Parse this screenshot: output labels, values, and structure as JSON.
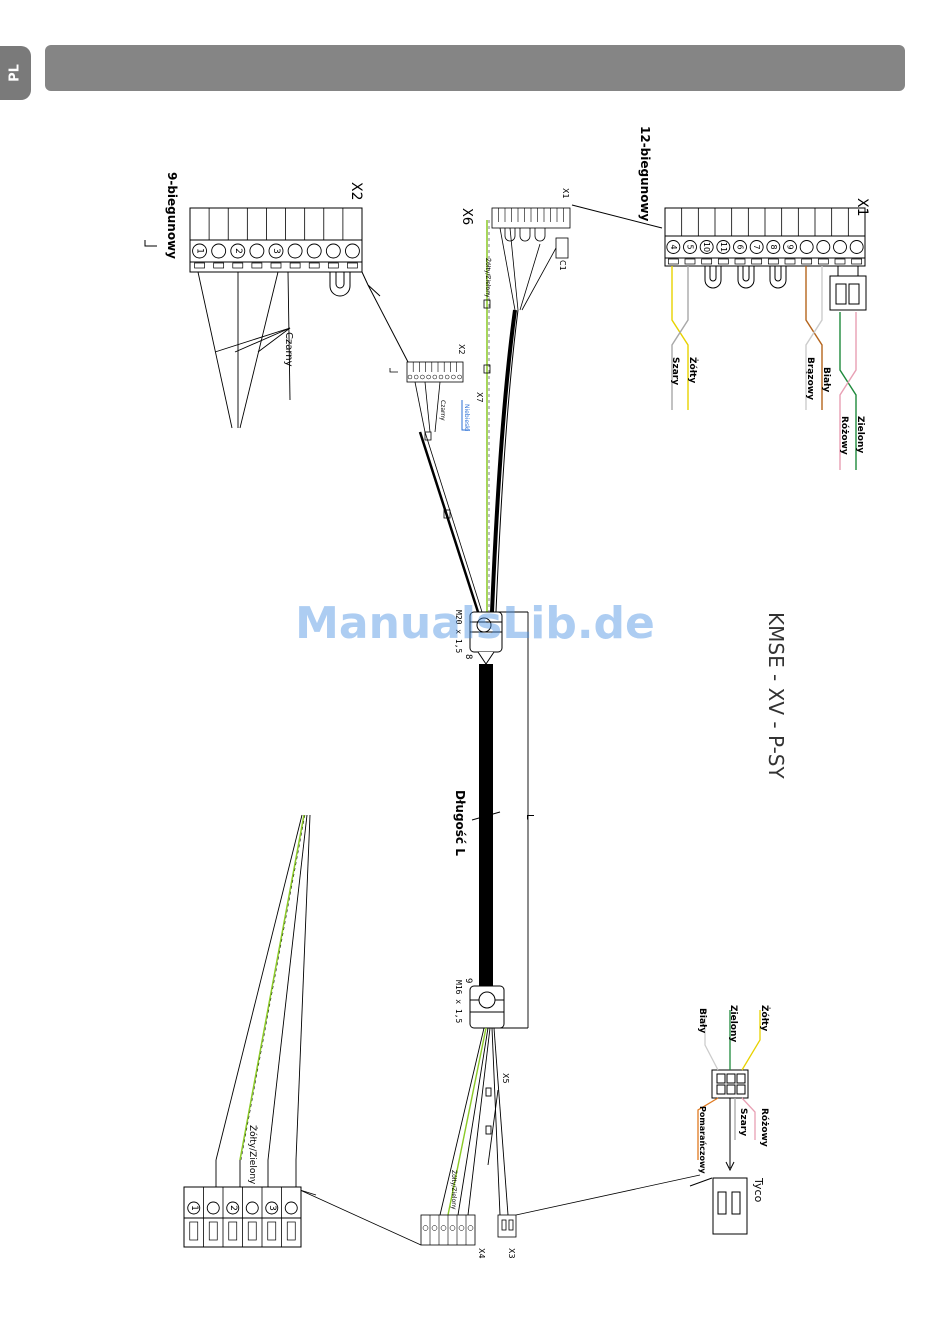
{
  "side_tab": {
    "lang": "PL"
  },
  "title": "KMSE - XV - P-SY",
  "watermark": "ManualsLib.de",
  "connectors": {
    "x1_big": {
      "id": "X1",
      "caption": "12-biegunowy",
      "pins": [
        "4",
        "5",
        "10",
        "11",
        "6",
        "7",
        "8",
        "9",
        "",
        "",
        "",
        ""
      ]
    },
    "x2_big": {
      "id": "X2",
      "caption": "9-biegunowy",
      "pins": [
        "1",
        "",
        "2",
        "",
        "3",
        "",
        "",
        "",
        ""
      ]
    },
    "x1_small": {
      "id": "X1",
      "sub": "C1"
    },
    "x2_small": {
      "id": "X2"
    },
    "x6": {
      "id": "X6"
    },
    "x7": {
      "id": "X7"
    },
    "x5": {
      "id": "X5"
    },
    "x4": {
      "id": "X4"
    },
    "x3": {
      "id": "X3"
    },
    "tyco": {
      "id": "Tyco"
    }
  },
  "glands": {
    "top": {
      "size": "M20 x 1,5",
      "num": "8"
    },
    "bottom": {
      "size": "M16 x 1,5",
      "num": "9"
    }
  },
  "length": {
    "label": "Długość L",
    "dim": "L"
  },
  "wires": {
    "x1_pair_a": [
      "Żółty",
      "Szary"
    ],
    "x1_pair_b": [
      "Biały",
      "Brązowy"
    ],
    "x1_pair_c": [
      "Zielony",
      "Różowy"
    ],
    "x2_black": "Czarny",
    "x2_small_black": "Czarny",
    "x7_blue": "Niebieski",
    "x6_yg": "Żółty/Zielony",
    "x4_yg": "Żółty/Zielony",
    "big_x4_yg": "Żółty/Zielony",
    "tyco_left": [
      "Żółty",
      "Zielony",
      "Biały"
    ],
    "tyco_right": [
      "Różowy",
      "Szary",
      "Pomarańczowy"
    ]
  },
  "big_x4_pins": [
    "1",
    "",
    "2",
    "",
    "3",
    ""
  ],
  "colors": {
    "yellow": "#e8d200",
    "grey": "#a8a8a8",
    "brown": "#b5651d",
    "green": "#1e8a3c",
    "pink": "#e8a0b4",
    "blue": "#2b6fd6",
    "orange": "#e07a20",
    "yg": "#8ac926",
    "watermark": "#4a90e2"
  }
}
